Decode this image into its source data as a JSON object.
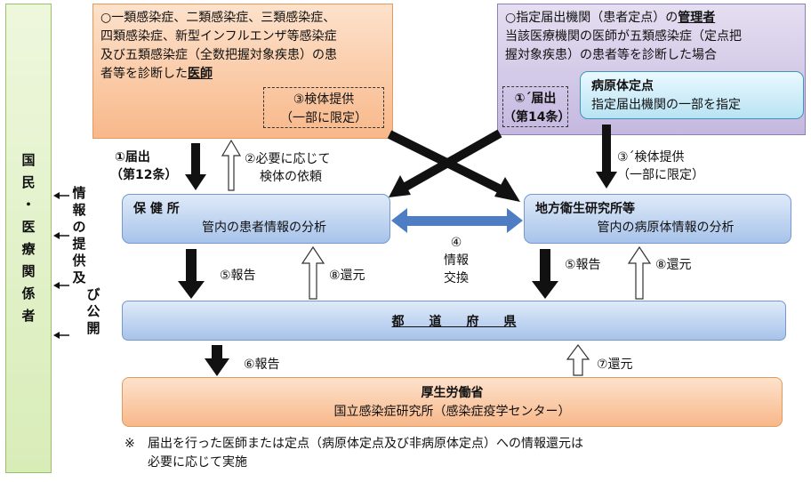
{
  "left_bar": {
    "chars": [
      "国",
      "民",
      "・",
      "医",
      "療",
      "関",
      "係",
      "者"
    ]
  },
  "disclosure": {
    "chars": [
      "情",
      "報",
      "の",
      "提",
      "供",
      "及",
      "び",
      "公",
      "開"
    ]
  },
  "doctor_box": {
    "line1": "○一類感染症、二類感染症、三類感染症、",
    "line2": "四類感染症、新型インフルエンザ等感染症",
    "line3": "及び五類感染症（全数把握対象疾患）の患",
    "line4_prefix": "者等を診断した",
    "line4_emph": "医師"
  },
  "specimen_box": {
    "line1": "③検体提供",
    "line2": "（一部に限定）"
  },
  "designated_box": {
    "line1_prefix": "○指定届出機関（患者定点）の",
    "line1_emph": "管理者",
    "line2": "当該医療機関の医師が五類感染症（定点把",
    "line3": "握対象疾患）の患者等を診断した場合"
  },
  "notify14_box": {
    "line1": "①´届出",
    "line2": "（第14条）"
  },
  "pathogen_box": {
    "title": "病原体定点",
    "text": "指定届出機関の一部を指定"
  },
  "health_center": {
    "title": "保 健 所",
    "text": "管内の患者情報の分析"
  },
  "institute": {
    "title": "地方衛生研究所等",
    "text": "管内の病原体情報の分析"
  },
  "prefecture": {
    "title": "都　　道　　府　　県"
  },
  "ministry": {
    "title": "厚生労働省",
    "text": "国立感染症研究所（感染症疫学センター）"
  },
  "labels": {
    "notify12_l1": "①届出",
    "notify12_l2": "（第12条）",
    "request_l1": "②必要に応じて",
    "request_l2": "検体の依頼",
    "specimen2_l1": "③´検体提供",
    "specimen2_l2": "（一部に限定）",
    "exchange_l1": "④",
    "exchange_l2": "情報",
    "exchange_l3": "交換",
    "report5_left": "⑤報告",
    "return8_left": "⑧還元",
    "report5_right": "⑤報告",
    "return8_right": "⑧還元",
    "report6": "⑥報告",
    "return7": "⑦還元"
  },
  "footnote": {
    "mark": "※",
    "line1": "届出を行った医師または定点（病原体定点及び非病原体定点）への情報還元は",
    "line2": "必要に応じて実施"
  },
  "colors": {
    "arrow_dark": "#111111",
    "exchange_arrow": "#4f7dc4",
    "hollow_arrow_fill": "#ffffff"
  }
}
